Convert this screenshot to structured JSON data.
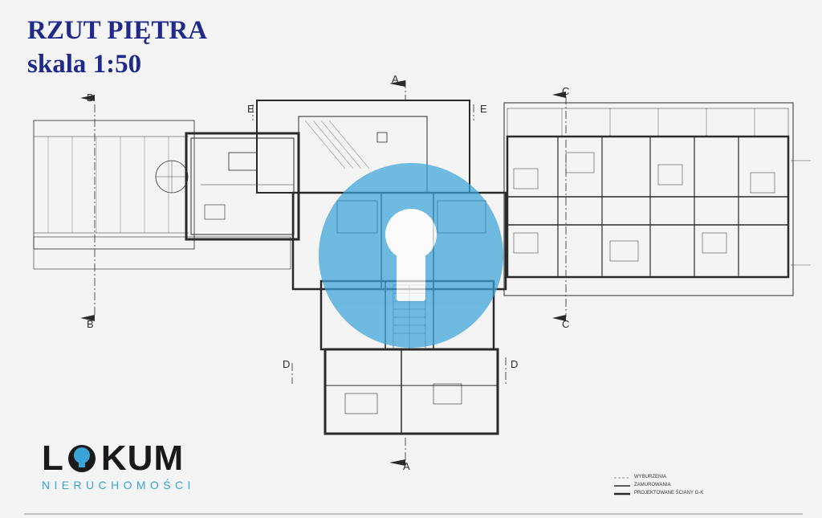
{
  "title": {
    "line1": "RZUT PIĘTRA",
    "line2": "skala 1:50"
  },
  "section_labels": {
    "a": "A",
    "b": "B",
    "c": "C",
    "d": "D",
    "e": "E"
  },
  "logo": {
    "word": "LOKUM",
    "sub": "NIERUCHOMOŚCI"
  },
  "legend": {
    "item1": "WYBURZENIA",
    "item2": "ZAMUROWANIA",
    "item3": "PROJEKTOWANE ŚCIANY G-K"
  },
  "colors": {
    "title": "#1f2a8a",
    "watermark": "#3aa3d8",
    "ink": "#2a2a2a",
    "logo": "#1a1a1a"
  },
  "watermark_icon": "keyhole-icon"
}
